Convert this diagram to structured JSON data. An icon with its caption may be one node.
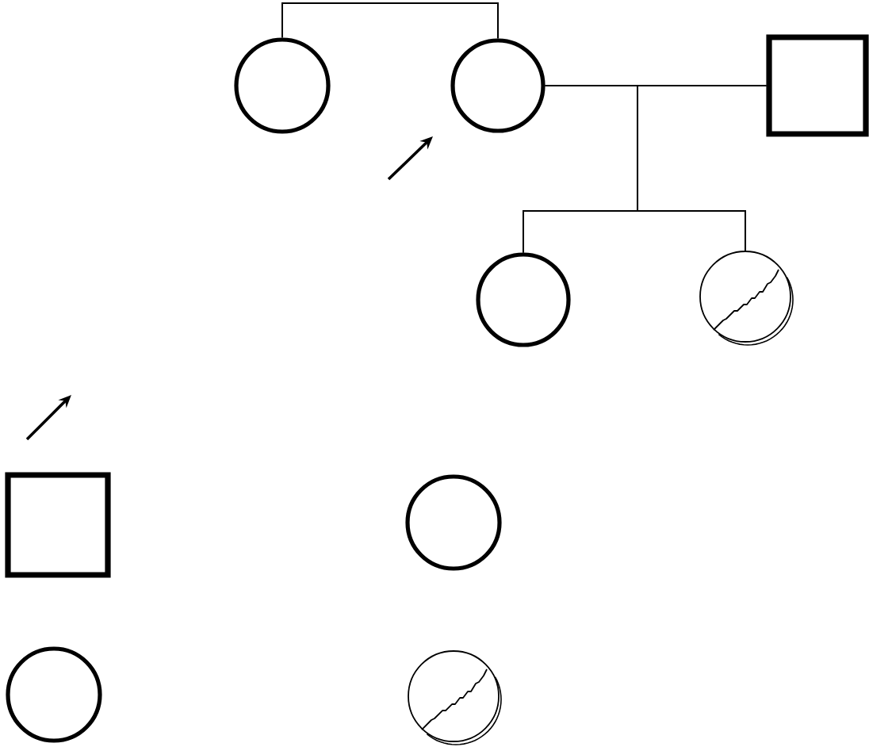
{
  "diagram": {
    "nodes": [
      {
        "text": [],
        "shape": "circle"
      },
      {
        "text": [],
        "shape": "circle"
      },
      {
        "text": [],
        "shape": "box"
      },
      {
        "text": [],
        "shape": "circle"
      },
      {
        "text": [],
        "shape": "circle"
      },
      {
        "text": [],
        "shape": "box"
      },
      {
        "text": [],
        "shape": "circle"
      },
      {
        "text": [],
        "shape": "circle"
      },
      {
        "text": [],
        "shape": "circle"
      }
    ],
    "edges": [
      {
        "from": 0,
        "to": 1,
        "arrow": "none"
      },
      {
        "from": 1,
        "to": 2,
        "arrow": "none"
      },
      {
        "from": 1,
        "to": 3,
        "arrow": "none"
      },
      {
        "from": 1,
        "to": 4,
        "arrow": "none"
      },
      {
        "from": 2,
        "to": 3,
        "arrow": "none"
      },
      {
        "from": 2,
        "to": 4,
        "arrow": "none"
      }
    ]
  }
}
